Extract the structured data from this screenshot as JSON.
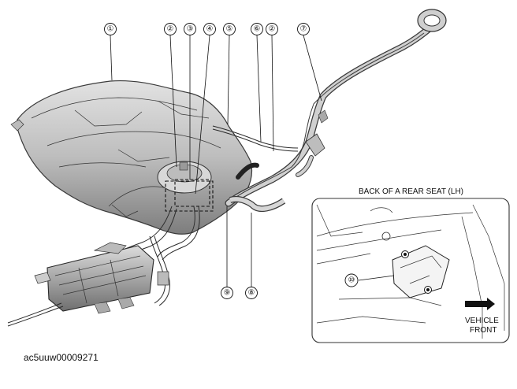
{
  "callouts": {
    "c1": "①",
    "c2a": "②",
    "c3": "③",
    "c4": "④",
    "c5": "⑤",
    "c6": "⑥",
    "c2b": "②",
    "c7": "⑦",
    "c8": "⑧",
    "c9": "⑨",
    "c10": "⑩"
  },
  "inset": {
    "title": "BACK OF A REAR SEAT (LH)",
    "direction_line1": "VEHICLE",
    "direction_line2": "FRONT"
  },
  "figure_id": "ac5uuw00009271",
  "colors": {
    "tank_fill": "#c9c9c9",
    "tank_shadow": "#8e8e8e",
    "line_stroke": "#2a2a2a",
    "inset_border": "#333333",
    "arrow_fill": "#111111"
  }
}
